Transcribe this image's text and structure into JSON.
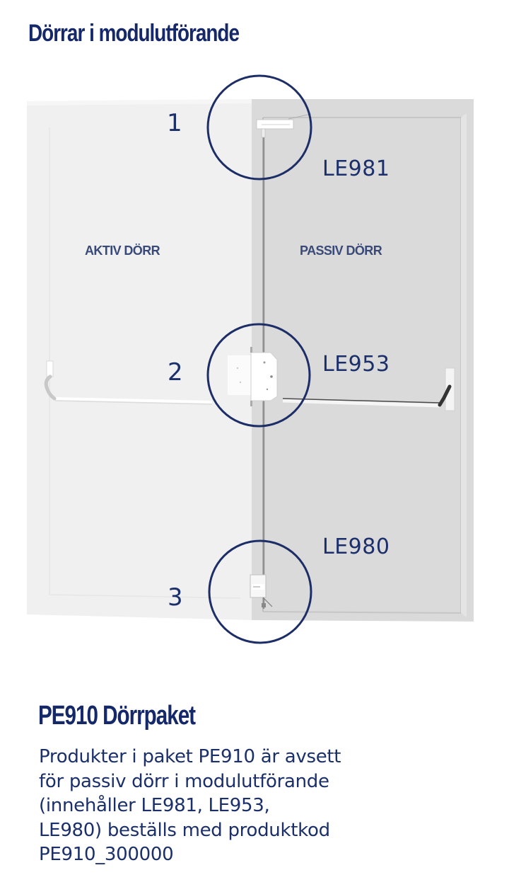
{
  "page": {
    "title": "Dörrar i modulutförande"
  },
  "diagram": {
    "doors": {
      "active_label": "AKTIV DÖRR",
      "passive_label": "PASSIV DÖRR"
    },
    "callouts": [
      {
        "number": "1",
        "product_code": "LE981"
      },
      {
        "number": "2",
        "product_code": "LE953"
      },
      {
        "number": "3",
        "product_code": "LE980"
      }
    ],
    "colors": {
      "accent": "#1b2f6b",
      "circle_stroke": "#1d2d66",
      "active_door": "#f0f0f0",
      "passive_door": "#d9d9d9"
    }
  },
  "package": {
    "title": "PE910 Dörrpaket",
    "description_lines": [
      "Produkter i paket PE910 är avsett",
      "för passiv dörr i modulutförande",
      "(innehåller LE981, LE953,",
      "LE980) beställs med produktkod",
      "PE910_300000"
    ]
  }
}
